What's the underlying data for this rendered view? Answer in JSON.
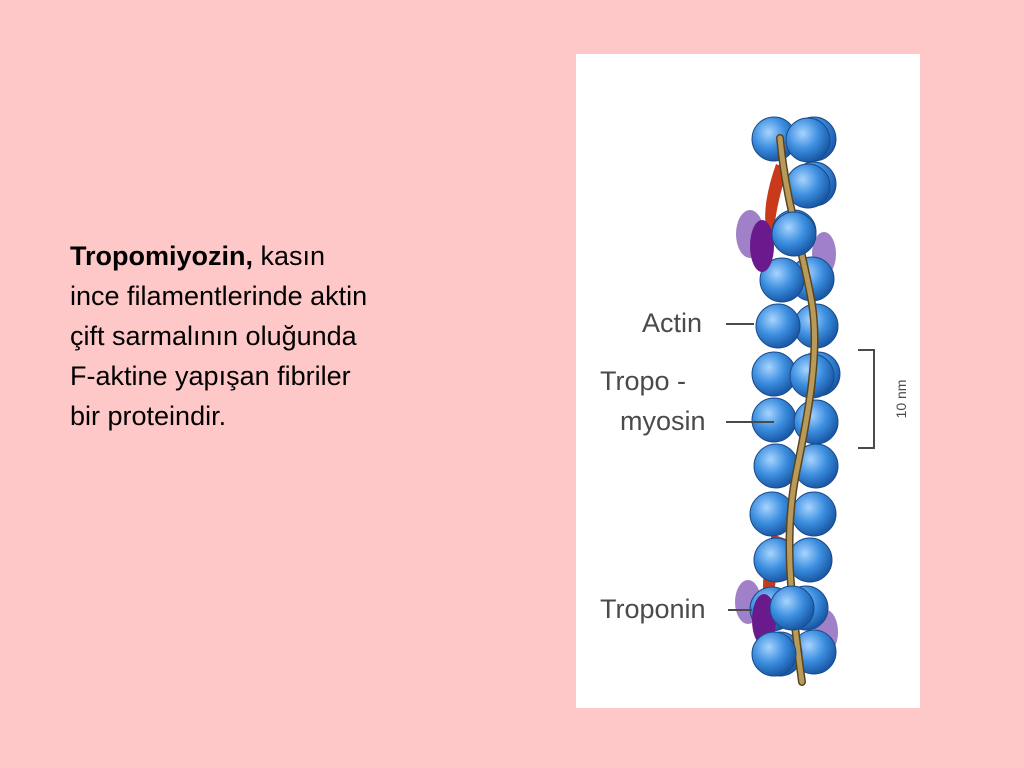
{
  "description": {
    "term": "Tropomiyozin,",
    "line1_rest": " kasın",
    "line2": "ince filamentlerinde aktin",
    "line3": "çift sarmalının oluğunda",
    "line4": "F-aktine yapışan fibriler",
    "line5": "bir proteindir."
  },
  "figure": {
    "labels": {
      "actin": "Actin",
      "tropo": "Tropo -",
      "myosin": "myosin",
      "troponin": "Troponin",
      "scale": "10 nm"
    },
    "colors": {
      "actin": "#3d8fe0",
      "tropomyosin": "#a88a4c",
      "troponin_dark": "#6a1a8c",
      "troponin_light": "#a080c8",
      "troponin_red": "#c83a1a"
    }
  }
}
